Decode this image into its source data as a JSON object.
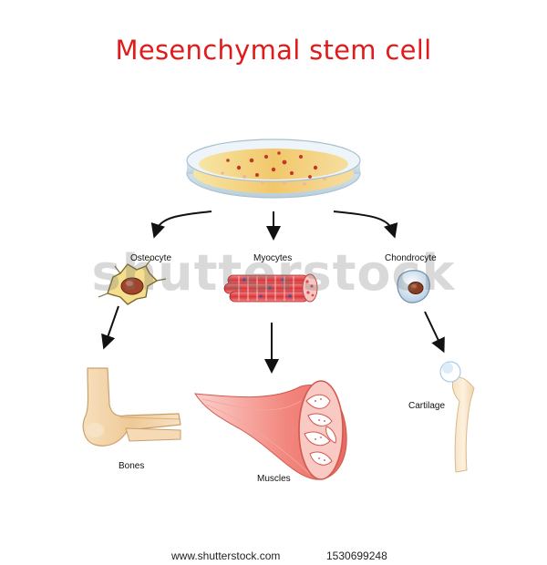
{
  "title": "Mesenchymal stem cell",
  "cells": {
    "osteocyte": "Osteocyte",
    "myocytes": "Myocytes",
    "chondrocyte": "Chondrocyte"
  },
  "tissues": {
    "bones": "Bones",
    "muscles": "Muscles",
    "cartilage": "Cartilage"
  },
  "watermark": "shutterstock",
  "footer": {
    "url": "www.shutterstock.com",
    "image_id": "1530699248"
  },
  "colors": {
    "title": "#e01b1b",
    "arrow": "#111111",
    "dish_medium": "#f3d27a",
    "cell_spot": "#c0392b",
    "muscle": "#f07b74",
    "bone": "#f1d3a8",
    "cartilage": "#d9ecf8"
  }
}
